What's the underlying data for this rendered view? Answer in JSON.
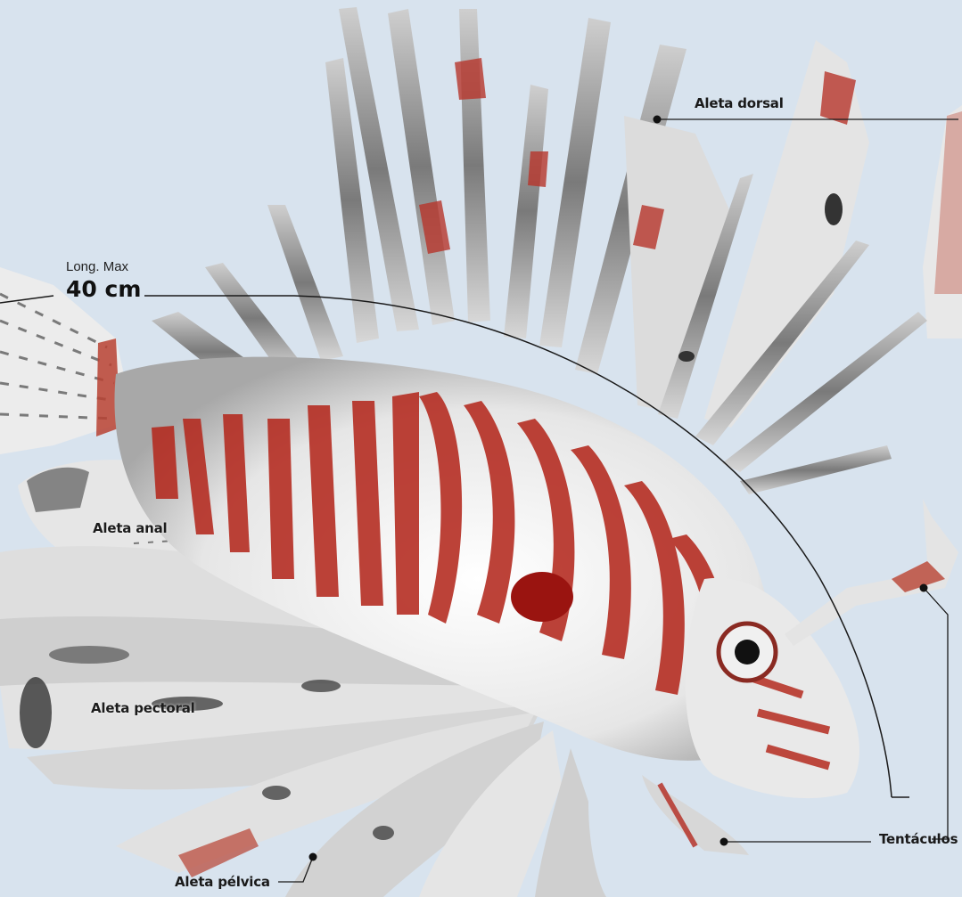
{
  "length": {
    "caption": "Long. Max",
    "value": "40 cm"
  },
  "labels": {
    "dorsal_fin": "Aleta dorsal",
    "anal_fin": "Aleta anal",
    "pectoral_fin": "Aleta pectoral",
    "pelvic_fin": "Aleta pélvica",
    "tentacles": "Tentáculos"
  },
  "colors": {
    "background": "#d8e3ee",
    "stripe_red": "#b42a1f",
    "fin_gray": "#6b6b6b",
    "body_white": "#f3f3f3",
    "leader_line": "#222222"
  }
}
